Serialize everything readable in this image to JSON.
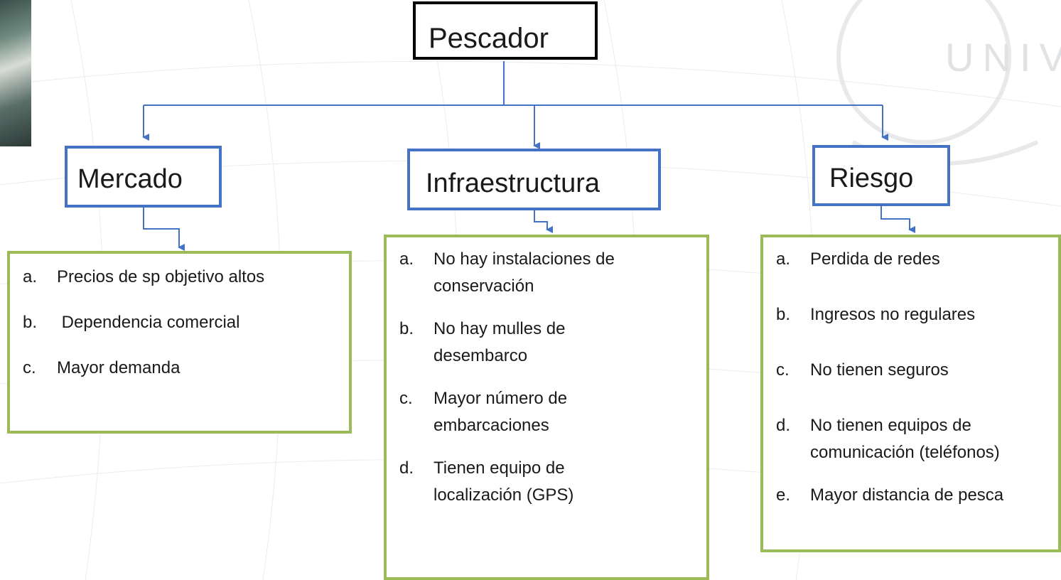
{
  "root": {
    "label": "Pescador"
  },
  "watermark": {
    "text": "UNIV"
  },
  "categories": [
    {
      "label": "Mercado",
      "items": [
        {
          "letter": "a.",
          "text": "Precios de sp objetivo altos"
        },
        {
          "letter": "b.",
          "text": " Dependencia comercial"
        },
        {
          "letter": "c.",
          "text": "Mayor demanda"
        }
      ]
    },
    {
      "label": "Infraestructura",
      "items": [
        {
          "letter": "a.",
          "text": "No hay instalaciones de conservación"
        },
        {
          "letter": "b.",
          "text": "No hay mulles de desembarco"
        },
        {
          "letter": "c.",
          "text": "Mayor número de embarcaciones"
        },
        {
          "letter": "d.",
          "text": "Tienen equipo de localización (GPS)"
        }
      ]
    },
    {
      "label": "Riesgo",
      "items": [
        {
          "letter": "a.",
          "text": "Perdida de redes"
        },
        {
          "letter": "b.",
          "text": "Ingresos no regulares"
        },
        {
          "letter": "c.",
          "text": "No tienen seguros"
        },
        {
          "letter": "d.",
          "text": "No tienen equipos de comunicación (teléfonos)"
        },
        {
          "letter": "e.",
          "text": "Mayor distancia de pesca"
        }
      ]
    }
  ],
  "colors": {
    "category_border": "#4472c4",
    "list_border": "#9bbb59",
    "connector": "#4472c4",
    "root_border": "#000000"
  }
}
